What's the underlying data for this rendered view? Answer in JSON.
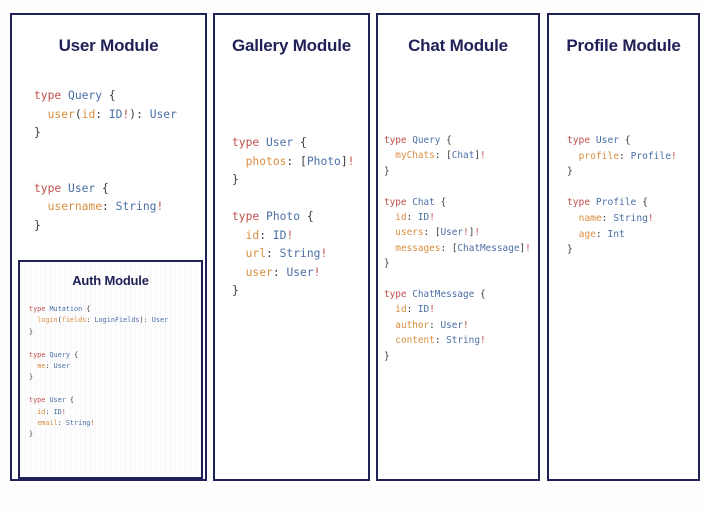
{
  "diagram": {
    "title": "GraphQL Modules Schema Diagram",
    "background_color": "#fefefe",
    "border_color": "#1f2157",
    "title_color": "#1f2157",
    "syntax_colors": {
      "keyword": "#c0504d",
      "type_name": "#4a6fa5",
      "field_name": "#d98f3f",
      "punctuation": "#3b3b3b",
      "non_null_bang": "#c0504d"
    }
  },
  "modules": {
    "user": {
      "title": "User Module",
      "code_lines": [
        {
          "tokens": [
            {
              "t": "type ",
              "c": "kw"
            },
            {
              "t": "Query",
              "c": "ty"
            },
            {
              "t": " {",
              "c": "pn"
            }
          ]
        },
        {
          "tokens": [
            {
              "t": "  ",
              "c": "pn"
            },
            {
              "t": "user",
              "c": "fld"
            },
            {
              "t": "(",
              "c": "pn"
            },
            {
              "t": "id",
              "c": "fld"
            },
            {
              "t": ": ",
              "c": "pn"
            },
            {
              "t": "ID",
              "c": "ty"
            },
            {
              "t": "!",
              "c": "bang"
            },
            {
              "t": "): ",
              "c": "pn"
            },
            {
              "t": "User",
              "c": "ty"
            }
          ]
        },
        {
          "tokens": [
            {
              "t": "}",
              "c": "pn"
            }
          ]
        },
        {
          "tokens": []
        },
        {
          "tokens": []
        },
        {
          "tokens": [
            {
              "t": "type ",
              "c": "kw"
            },
            {
              "t": "User",
              "c": "ty"
            },
            {
              "t": " {",
              "c": "pn"
            }
          ]
        },
        {
          "tokens": [
            {
              "t": "  ",
              "c": "pn"
            },
            {
              "t": "username",
              "c": "fld"
            },
            {
              "t": ": ",
              "c": "pn"
            },
            {
              "t": "String",
              "c": "ty"
            },
            {
              "t": "!",
              "c": "bang"
            }
          ]
        },
        {
          "tokens": [
            {
              "t": "}",
              "c": "pn"
            }
          ]
        }
      ]
    },
    "auth": {
      "title": "Auth Module",
      "code_lines": [
        {
          "tokens": [
            {
              "t": "type ",
              "c": "kw"
            },
            {
              "t": "Mutation",
              "c": "ty"
            },
            {
              "t": " {",
              "c": "pn"
            }
          ]
        },
        {
          "tokens": [
            {
              "t": "  ",
              "c": "pn"
            },
            {
              "t": "login",
              "c": "fld"
            },
            {
              "t": "(",
              "c": "pn"
            },
            {
              "t": "fields",
              "c": "fld"
            },
            {
              "t": ": ",
              "c": "pn"
            },
            {
              "t": "LoginFields",
              "c": "ty"
            },
            {
              "t": "): ",
              "c": "pn"
            },
            {
              "t": "User",
              "c": "ty"
            }
          ]
        },
        {
          "tokens": [
            {
              "t": "}",
              "c": "pn"
            }
          ]
        },
        {
          "tokens": []
        },
        {
          "tokens": [
            {
              "t": "type ",
              "c": "kw"
            },
            {
              "t": "Query",
              "c": "ty"
            },
            {
              "t": " {",
              "c": "pn"
            }
          ]
        },
        {
          "tokens": [
            {
              "t": "  ",
              "c": "pn"
            },
            {
              "t": "me",
              "c": "fld"
            },
            {
              "t": ": ",
              "c": "pn"
            },
            {
              "t": "User",
              "c": "ty"
            }
          ]
        },
        {
          "tokens": [
            {
              "t": "}",
              "c": "pn"
            }
          ]
        },
        {
          "tokens": []
        },
        {
          "tokens": [
            {
              "t": "type ",
              "c": "kw"
            },
            {
              "t": "User",
              "c": "ty"
            },
            {
              "t": " {",
              "c": "pn"
            }
          ]
        },
        {
          "tokens": [
            {
              "t": "  ",
              "c": "pn"
            },
            {
              "t": "id",
              "c": "fld"
            },
            {
              "t": ": ",
              "c": "pn"
            },
            {
              "t": "ID",
              "c": "ty"
            },
            {
              "t": "!",
              "c": "bang"
            }
          ]
        },
        {
          "tokens": [
            {
              "t": "  ",
              "c": "pn"
            },
            {
              "t": "email",
              "c": "fld"
            },
            {
              "t": ": ",
              "c": "pn"
            },
            {
              "t": "String",
              "c": "ty"
            },
            {
              "t": "!",
              "c": "bang"
            }
          ]
        },
        {
          "tokens": [
            {
              "t": "}",
              "c": "pn"
            }
          ]
        }
      ]
    },
    "gallery": {
      "title": "Gallery Module",
      "code_lines": [
        {
          "tokens": [
            {
              "t": "type ",
              "c": "kw"
            },
            {
              "t": "User",
              "c": "ty"
            },
            {
              "t": " {",
              "c": "pn"
            }
          ]
        },
        {
          "tokens": [
            {
              "t": "  ",
              "c": "pn"
            },
            {
              "t": "photos",
              "c": "fld"
            },
            {
              "t": ": ",
              "c": "pn"
            },
            {
              "t": "[",
              "c": "pn"
            },
            {
              "t": "Photo",
              "c": "ty"
            },
            {
              "t": "]",
              "c": "pn"
            },
            {
              "t": "!",
              "c": "bang"
            }
          ]
        },
        {
          "tokens": [
            {
              "t": "}",
              "c": "pn"
            }
          ]
        },
        {
          "tokens": []
        },
        {
          "tokens": [
            {
              "t": "type ",
              "c": "kw"
            },
            {
              "t": "Photo",
              "c": "ty"
            },
            {
              "t": " {",
              "c": "pn"
            }
          ]
        },
        {
          "tokens": [
            {
              "t": "  ",
              "c": "pn"
            },
            {
              "t": "id",
              "c": "fld"
            },
            {
              "t": ": ",
              "c": "pn"
            },
            {
              "t": "ID",
              "c": "ty"
            },
            {
              "t": "!",
              "c": "bang"
            }
          ]
        },
        {
          "tokens": [
            {
              "t": "  ",
              "c": "pn"
            },
            {
              "t": "url",
              "c": "fld"
            },
            {
              "t": ": ",
              "c": "pn"
            },
            {
              "t": "String",
              "c": "ty"
            },
            {
              "t": "!",
              "c": "bang"
            }
          ]
        },
        {
          "tokens": [
            {
              "t": "  ",
              "c": "pn"
            },
            {
              "t": "user",
              "c": "fld"
            },
            {
              "t": ": ",
              "c": "pn"
            },
            {
              "t": "User",
              "c": "ty"
            },
            {
              "t": "!",
              "c": "bang"
            }
          ]
        },
        {
          "tokens": [
            {
              "t": "}",
              "c": "pn"
            }
          ]
        }
      ]
    },
    "chat": {
      "title": "Chat Module",
      "code_lines": [
        {
          "tokens": [
            {
              "t": "type ",
              "c": "kw"
            },
            {
              "t": "Query",
              "c": "ty"
            },
            {
              "t": " {",
              "c": "pn"
            }
          ]
        },
        {
          "tokens": [
            {
              "t": "  ",
              "c": "pn"
            },
            {
              "t": "myChats",
              "c": "fld"
            },
            {
              "t": ": ",
              "c": "pn"
            },
            {
              "t": "[",
              "c": "pn"
            },
            {
              "t": "Chat",
              "c": "ty"
            },
            {
              "t": "]",
              "c": "pn"
            },
            {
              "t": "!",
              "c": "bang"
            }
          ]
        },
        {
          "tokens": [
            {
              "t": "}",
              "c": "pn"
            }
          ]
        },
        {
          "tokens": []
        },
        {
          "tokens": [
            {
              "t": "type ",
              "c": "kw"
            },
            {
              "t": "Chat",
              "c": "ty"
            },
            {
              "t": " {",
              "c": "pn"
            }
          ]
        },
        {
          "tokens": [
            {
              "t": "  ",
              "c": "pn"
            },
            {
              "t": "id",
              "c": "fld"
            },
            {
              "t": ": ",
              "c": "pn"
            },
            {
              "t": "ID",
              "c": "ty"
            },
            {
              "t": "!",
              "c": "bang"
            }
          ]
        },
        {
          "tokens": [
            {
              "t": "  ",
              "c": "pn"
            },
            {
              "t": "users",
              "c": "fld"
            },
            {
              "t": ": ",
              "c": "pn"
            },
            {
              "t": "[",
              "c": "pn"
            },
            {
              "t": "User",
              "c": "ty"
            },
            {
              "t": "!",
              "c": "bang"
            },
            {
              "t": "]",
              "c": "pn"
            },
            {
              "t": "!",
              "c": "bang"
            }
          ]
        },
        {
          "tokens": [
            {
              "t": "  ",
              "c": "pn"
            },
            {
              "t": "messages",
              "c": "fld"
            },
            {
              "t": ": ",
              "c": "pn"
            },
            {
              "t": "[",
              "c": "pn"
            },
            {
              "t": "ChatMessage",
              "c": "ty"
            },
            {
              "t": "]",
              "c": "pn"
            },
            {
              "t": "!",
              "c": "bang"
            }
          ]
        },
        {
          "tokens": [
            {
              "t": "}",
              "c": "pn"
            }
          ]
        },
        {
          "tokens": []
        },
        {
          "tokens": [
            {
              "t": "type ",
              "c": "kw"
            },
            {
              "t": "ChatMessage",
              "c": "ty"
            },
            {
              "t": " {",
              "c": "pn"
            }
          ]
        },
        {
          "tokens": [
            {
              "t": "  ",
              "c": "pn"
            },
            {
              "t": "id",
              "c": "fld"
            },
            {
              "t": ": ",
              "c": "pn"
            },
            {
              "t": "ID",
              "c": "ty"
            },
            {
              "t": "!",
              "c": "bang"
            }
          ]
        },
        {
          "tokens": [
            {
              "t": "  ",
              "c": "pn"
            },
            {
              "t": "author",
              "c": "fld"
            },
            {
              "t": ": ",
              "c": "pn"
            },
            {
              "t": "User",
              "c": "ty"
            },
            {
              "t": "!",
              "c": "bang"
            }
          ]
        },
        {
          "tokens": [
            {
              "t": "  ",
              "c": "pn"
            },
            {
              "t": "content",
              "c": "fld"
            },
            {
              "t": ": ",
              "c": "pn"
            },
            {
              "t": "String",
              "c": "ty"
            },
            {
              "t": "!",
              "c": "bang"
            }
          ]
        },
        {
          "tokens": [
            {
              "t": "}",
              "c": "pn"
            }
          ]
        }
      ]
    },
    "profile": {
      "title": "Profile Module",
      "code_lines": [
        {
          "tokens": [
            {
              "t": "type ",
              "c": "kw"
            },
            {
              "t": "User",
              "c": "ty"
            },
            {
              "t": " {",
              "c": "pn"
            }
          ]
        },
        {
          "tokens": [
            {
              "t": "  ",
              "c": "pn"
            },
            {
              "t": "profile",
              "c": "fld"
            },
            {
              "t": ": ",
              "c": "pn"
            },
            {
              "t": "Profile",
              "c": "ty"
            },
            {
              "t": "!",
              "c": "bang"
            }
          ]
        },
        {
          "tokens": [
            {
              "t": "}",
              "c": "pn"
            }
          ]
        },
        {
          "tokens": []
        },
        {
          "tokens": [
            {
              "t": "type ",
              "c": "kw"
            },
            {
              "t": "Profile",
              "c": "ty"
            },
            {
              "t": " {",
              "c": "pn"
            }
          ]
        },
        {
          "tokens": [
            {
              "t": "  ",
              "c": "pn"
            },
            {
              "t": "name",
              "c": "fld"
            },
            {
              "t": ": ",
              "c": "pn"
            },
            {
              "t": "String",
              "c": "ty"
            },
            {
              "t": "!",
              "c": "bang"
            }
          ]
        },
        {
          "tokens": [
            {
              "t": "  ",
              "c": "pn"
            },
            {
              "t": "age",
              "c": "fld"
            },
            {
              "t": ": ",
              "c": "pn"
            },
            {
              "t": "Int",
              "c": "ty"
            }
          ]
        },
        {
          "tokens": [
            {
              "t": "}",
              "c": "pn"
            }
          ]
        }
      ]
    }
  }
}
